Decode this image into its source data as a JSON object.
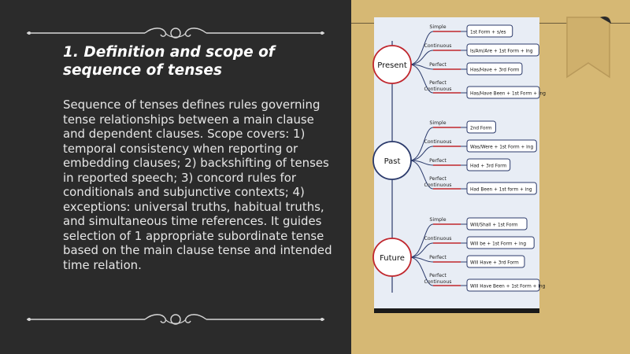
{
  "slide": {
    "title": "1. Definition and scope of sequence of tenses",
    "body": "Sequence of tenses defines rules governing tense relationships between a main clause and dependent clauses. Scope covers: 1) temporal consistency when reporting or embedding clauses; 2) backshifting of tenses in reported speech; 3) concord rules for conditionals and subjunctive contexts; 4) exceptions: universal truths, habitual truths, and simultaneous time references. It guides selection of 1 appropriate subordinate tense based on the main clause tense and intended time relation."
  },
  "diagram": {
    "groups": [
      {
        "name": "Present",
        "branches": [
          {
            "label": "Simple",
            "formula": "1st Form + s/es"
          },
          {
            "label": "Continuous",
            "formula": "Is/Am/Are + 1st Form + ing"
          },
          {
            "label": "Perfect",
            "formula": "Has/Have + 3rd Form"
          },
          {
            "label": "Perfect Continuous",
            "formula": "Has/Have Been + 1st Form + ing"
          }
        ]
      },
      {
        "name": "Past",
        "branches": [
          {
            "label": "Simple",
            "formula": "2nd Form"
          },
          {
            "label": "Continuous",
            "formula": "Was/Were + 1st Form + ing"
          },
          {
            "label": "Perfect",
            "formula": "Had + 3rd Form"
          },
          {
            "label": "Perfect Continuous",
            "formula": "Had Been + 1st form + ing"
          }
        ]
      },
      {
        "name": "Future",
        "branches": [
          {
            "label": "Simple",
            "formula": "Will/Shall + 1st Form"
          },
          {
            "label": "Continuous",
            "formula": "Will be + 1st Form + ing"
          },
          {
            "label": "Perfect",
            "formula": "Will Have + 3rd Form"
          },
          {
            "label": "Perfect Continuous",
            "formula": "Will Have Been + 1st Form + ing"
          }
        ]
      }
    ]
  },
  "colors": {
    "dark_panel": "#2b2b2b",
    "gold_panel": "#d6b874",
    "accent_red": "#c0262d",
    "node_navy": "#2b3a6b"
  }
}
